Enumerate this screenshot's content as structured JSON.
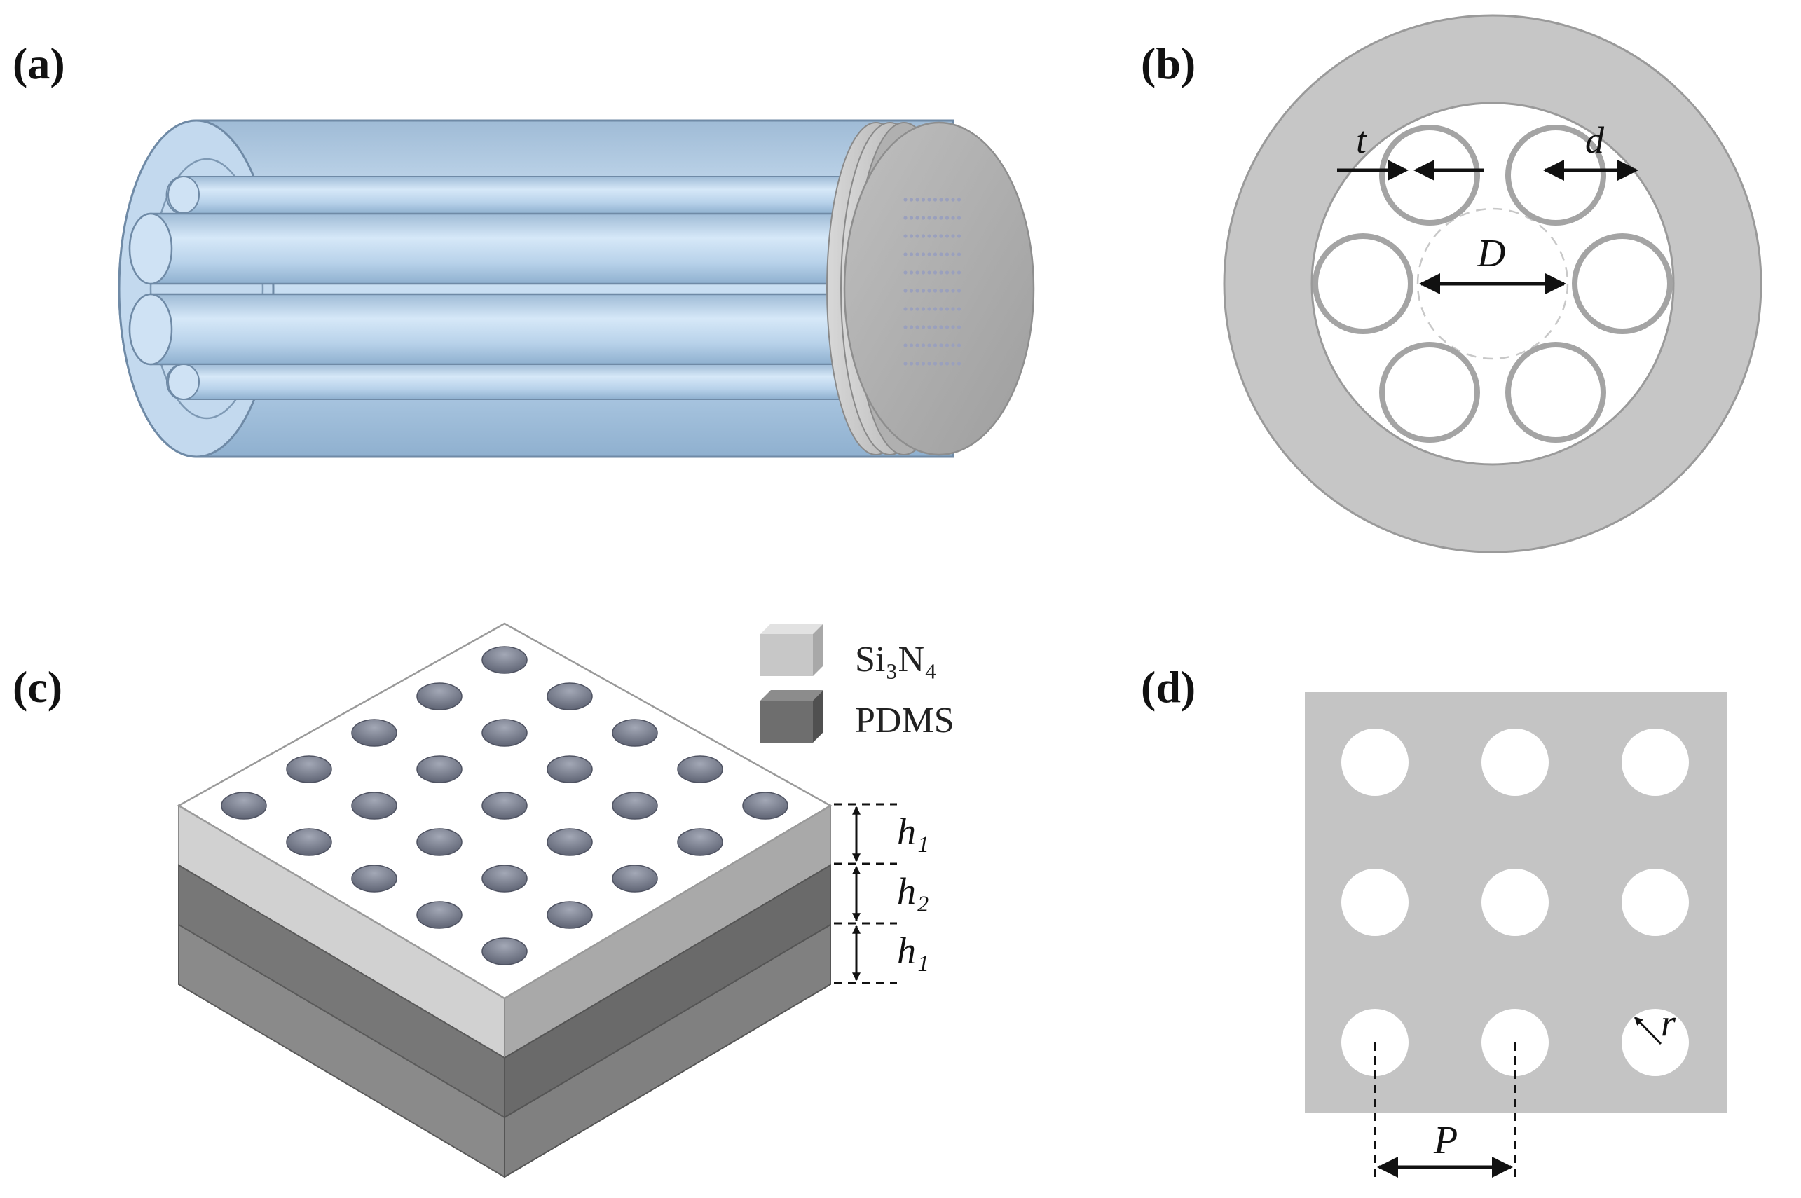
{
  "panels": {
    "a": {
      "label": "(a)"
    },
    "b": {
      "label": "(b)",
      "dims": {
        "t": "t",
        "d": "d",
        "D": "D"
      }
    },
    "c": {
      "label": "(c)",
      "legend": {
        "si3n4": "Si₃N₄",
        "pdms": "PDMS"
      },
      "dims": {
        "h1_top": "h₁",
        "h2": "h₂",
        "h1_bottom": "h₁"
      }
    },
    "d": {
      "label": "(d)",
      "dims": {
        "r": "r",
        "P": "P"
      }
    }
  },
  "colors": {
    "tube_blue": "#b7d3ec",
    "disk_gray": "#c4c4c4",
    "si3n4_gray": "#c9c9c9",
    "pdms_gray": "#7a7a7a",
    "hole_gray": "#7e8494"
  }
}
